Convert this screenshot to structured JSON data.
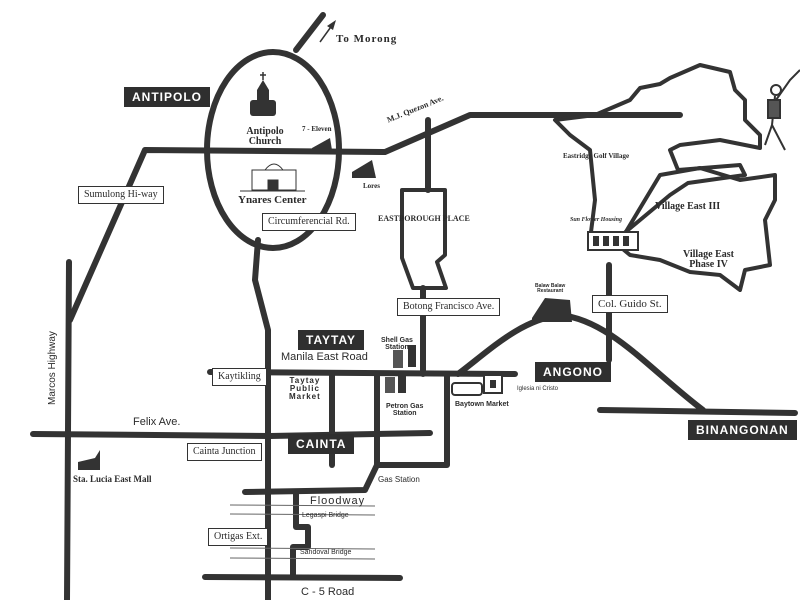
{
  "map": {
    "colors": {
      "road": "#333333",
      "town_badge": "#2f2f2f",
      "background": "#ffffff"
    },
    "direction": {
      "label": "To Morong",
      "icon": "arrow-up-right-icon"
    },
    "towns": [
      {
        "id": "antipolo",
        "label": "ANTIPOLO"
      },
      {
        "id": "taytay",
        "label": "TAYTAY"
      },
      {
        "id": "cainta",
        "label": "CAINTA"
      },
      {
        "id": "angono",
        "label": "ANGONO"
      },
      {
        "id": "binangonan",
        "label": "BINANGONAN"
      }
    ],
    "road_signs": [
      {
        "id": "sumulong",
        "label": "Sumulong Hi-way"
      },
      {
        "id": "circumferencial",
        "label": "Circumferencial Rd."
      },
      {
        "id": "botong",
        "label": "Botong Francisco Ave."
      },
      {
        "id": "guido",
        "label": "Col. Guido St."
      },
      {
        "id": "kaytikling",
        "label": "Kaytikling"
      },
      {
        "id": "cainta_junction",
        "label": "Cainta Junction"
      },
      {
        "id": "ortigas",
        "label": "Ortigas Ext."
      }
    ],
    "road_names": {
      "mj_quezon": "M.J. Quezon Ave.",
      "manila_east": "Manila East Road",
      "marcos": "Marcos Highway",
      "felix": "Felix Ave.",
      "floodway": "Floodway",
      "c5": "C - 5 Road",
      "legaspi": "Legaspi Bridge",
      "sandoval": "Sandoval Bridge"
    },
    "landmarks": {
      "church": {
        "line1": "Antipolo",
        "line2": "Church",
        "icon": "church-icon"
      },
      "seven_eleven": {
        "label": "7 - Eleven",
        "icon": "store-icon"
      },
      "ynares": {
        "label": "Ynares Center",
        "icon": "building-icon"
      },
      "lores": {
        "label": "Lores",
        "icon": "store-icon"
      },
      "eastborough": {
        "label": "EASTBOROUGH PLACE"
      },
      "eastridge": {
        "label": "Eastridge Golf Village",
        "icon": "golfer-icon"
      },
      "village_east_3": {
        "label": "Village East III"
      },
      "village_east_4": {
        "line1": "Village East",
        "line2": "Phase IV"
      },
      "sun_flower": {
        "label": "Sun Flower Housing",
        "icon": "housing-icon"
      },
      "balaw": {
        "line1": "Balaw Balaw",
        "line2": "Restaurant",
        "icon": "restaurant-icon"
      },
      "shell": {
        "line1": "Shell Gas",
        "line2": "Station",
        "icon": "gas-station-icon"
      },
      "taytay_market": {
        "line1": "Taytay",
        "line2": "Public",
        "line3": "Market"
      },
      "petron": {
        "line1": "Petron Gas",
        "line2": "Station",
        "icon": "gas-station-icon"
      },
      "baytown": {
        "label": "Baytown Market",
        "icon": "market-icon"
      },
      "iglesia": {
        "label": "Iglesia ni Cristo",
        "icon": "church-icon"
      },
      "gas_station": {
        "label": "Gas Station"
      },
      "sta_lucia": {
        "label": "Sta. Lucia East Mall",
        "icon": "mall-icon"
      }
    }
  }
}
